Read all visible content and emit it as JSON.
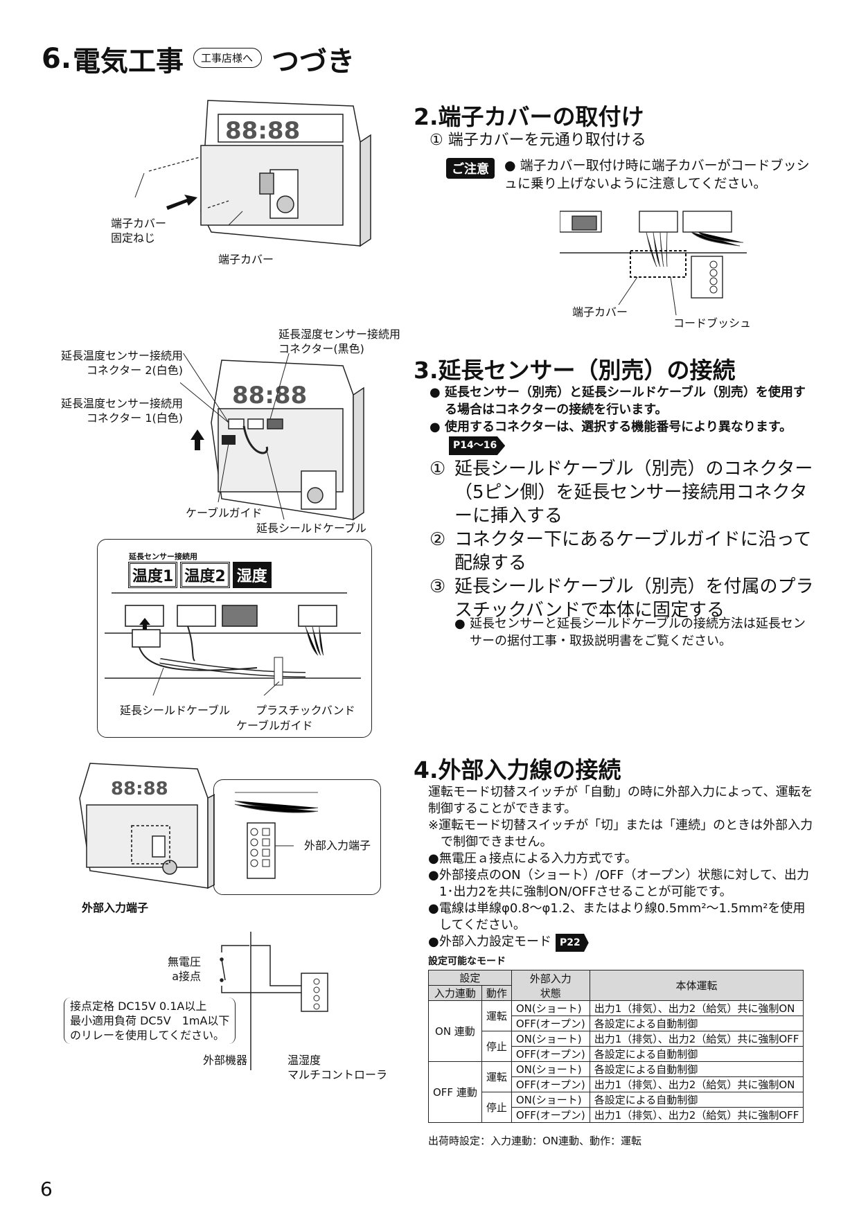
{
  "header": {
    "title_num": "6.",
    "title_main": "電気工事",
    "title_tag": "工事店様へ",
    "title_cont": "つづき"
  },
  "diagram1": {
    "label_screw": "端子カバー\n固定ねじ",
    "label_cover": "端子カバー"
  },
  "sec2": {
    "title": "2.端子カバーの取付け",
    "step1": "① 端子カバーを元通り取付ける",
    "caution_label": "ご注意",
    "caution_text": "● 端子カバー取付け時に端子カバーがコードブッシュに乗り上げないように注意してください。",
    "fig_label_cover": "端子カバー",
    "fig_label_bush": "コードブッシュ"
  },
  "diagram2": {
    "label_hum": "延長湿度センサー接続用\nコネクター(黒色)",
    "label_temp2": "延長温度センサー接続用\nコネクター 2(白色)",
    "label_temp1": "延長温度センサー接続用\nコネクター 1(白色)",
    "label_guide": "ケーブルガイド",
    "label_shield": "延長シールドケーブル",
    "detail_caption": "延長センサー接続用",
    "detail_boxes": [
      "温度1",
      "温度2",
      "湿度"
    ],
    "detail_shield": "延長シールドケーブル",
    "detail_band": "プラスチックバンド",
    "detail_guide": "ケーブルガイド"
  },
  "sec3": {
    "title": "3.延長センサー（別売）の接続",
    "bullets": [
      "延長センサー（別売）と延長シールドケーブル（別売）を使用する場合はコネクターの接続を行います。",
      "使用するコネクターは、選択する機能番号により異なります。"
    ],
    "page_ref": "P14〜16",
    "steps": [
      {
        "n": "①",
        "text": "延長シールドケーブル（別売）のコネクター（5ピン側）を延長センサー接続用コネクターに挿入する"
      },
      {
        "n": "②",
        "text": "コネクター下にあるケーブルガイドに沿って配線する"
      },
      {
        "n": "③",
        "text": "延長シールドケーブル（別売）を付属のプラスチックバンドで本体に固定する"
      }
    ],
    "note": "延長センサーと延長シールドケーブルの接続方法は延長センサーの据付工事・取扱説明書をご覧ください。"
  },
  "diagram3": {
    "label_terminal_inset": "外部入力端子",
    "label_terminal": "外部入力端子",
    "label_contact": "無電圧\na接点",
    "rating": "接点定格 DC15V 0.1A以上\n最小適用負荷 DC5V　1mA以下\nのリレーを使用してください。",
    "label_external": "外部機器",
    "label_controller": "温湿度\nマルチコントローラ"
  },
  "sec4": {
    "title": "4.外部入力線の接続",
    "intro": "運転モード切替スイッチが「自動」の時に外部入力によって、運転を制御することができます。",
    "note": "※運転モード切替スイッチが「切」または「連続」のときは外部入力で制御できません。",
    "bullets": [
      "無電圧ａ接点による入力方式です。",
      "外部接点のON（ショート）/OFF（オープン）状態に対して、出力1･出力2を共に強制ON/OFFさせることが可能です。",
      "電線は単線φ0.8〜φ1.2、またはより線0.5mm²〜1.5mm²を使用してください。",
      "外部入力設定モード"
    ],
    "page_ref": "P22",
    "table_caption": "設定可能なモード",
    "table_headers": {
      "setting": "設定",
      "input_link": "入力連動",
      "action": "動作",
      "ext_state": "外部入力\n状態",
      "unit_op": "本体運転"
    },
    "table_groups": [
      {
        "link": "ON 連動",
        "rows": [
          {
            "action": "運転",
            "states": [
              {
                "state": "ON(ショート)",
                "op": "出力1（排気）、出力2（給気）共に強制ON"
              },
              {
                "state": "OFF(オープン)",
                "op": "各設定による自動制御"
              }
            ]
          },
          {
            "action": "停止",
            "states": [
              {
                "state": "ON(ショート)",
                "op": "出力1（排気）、出力2（給気）共に強制OFF"
              },
              {
                "state": "OFF(オープン)",
                "op": "各設定による自動制御"
              }
            ]
          }
        ]
      },
      {
        "link": "OFF 連動",
        "rows": [
          {
            "action": "運転",
            "states": [
              {
                "state": "ON(ショート)",
                "op": "各設定による自動制御"
              },
              {
                "state": "OFF(オープン)",
                "op": "出力1（排気）、出力2（給気）共に強制ON"
              }
            ]
          },
          {
            "action": "停止",
            "states": [
              {
                "state": "ON(ショート)",
                "op": "各設定による自動制御"
              },
              {
                "state": "OFF(オープン)",
                "op": "出力1（排気）、出力2（給気）共に強制OFF"
              }
            ]
          }
        ]
      }
    ],
    "factory_setting": "出荷時設定：入力連動：ON連動、動作：運転"
  },
  "page_number": "6"
}
